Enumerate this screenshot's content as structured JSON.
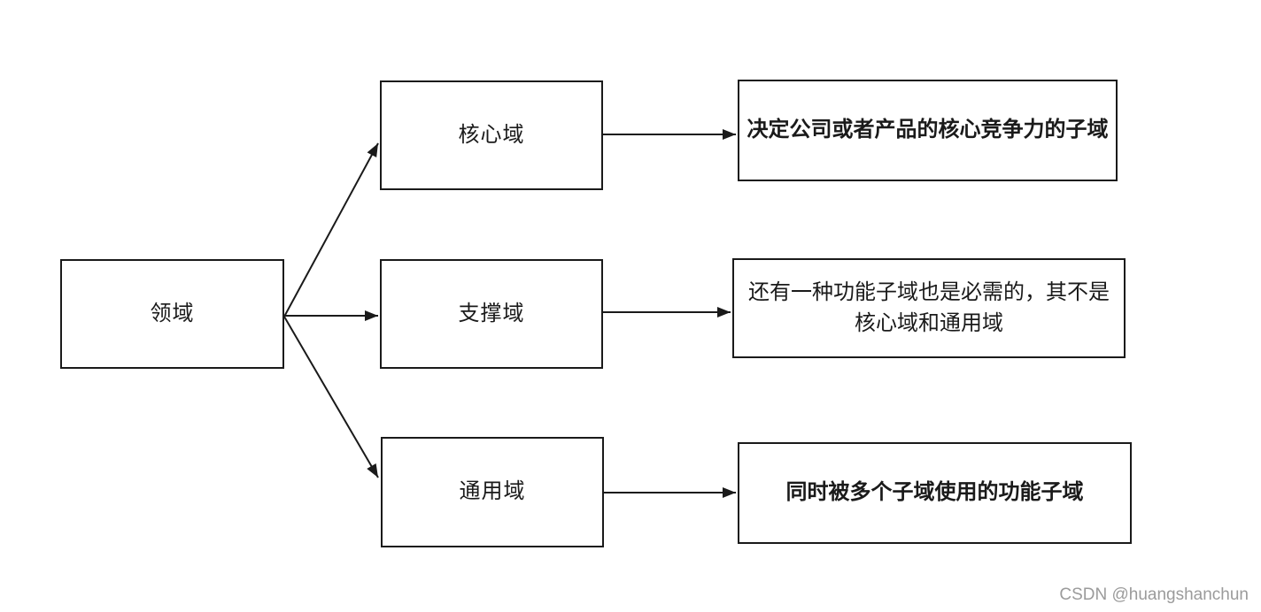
{
  "diagram": {
    "root_label": "领域",
    "branches": [
      {
        "label": "核心域",
        "description": "决定公司或者产品的核心竞争力的子域"
      },
      {
        "label": "支撑域",
        "description": "还有一种功能子域也是必需的，其不是核心域和通用域"
      },
      {
        "label": "通用域",
        "description": "同时被多个子域使用的功能子域"
      }
    ]
  },
  "watermark": "CSDN @huangshanchun",
  "colors": {
    "stroke": "#1a1a1a",
    "background": "#ffffff",
    "watermark": "#9b9b9b"
  }
}
